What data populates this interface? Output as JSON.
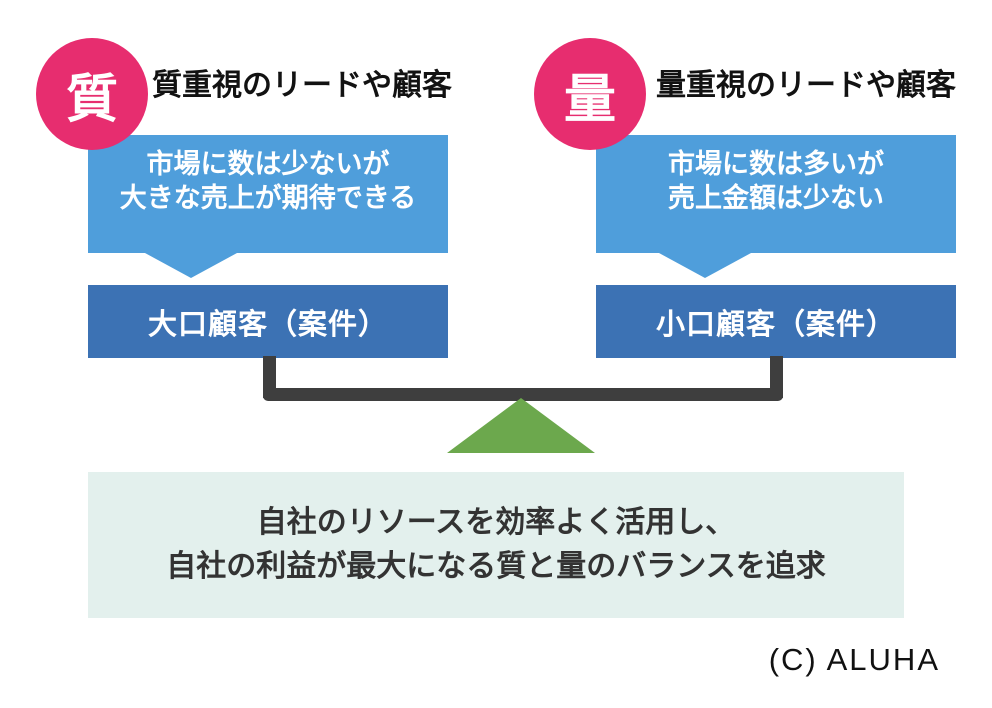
{
  "colors": {
    "badge_pink": "#E72D6F",
    "bubble_blue": "#4F9EDB",
    "box_blue": "#3C72B4",
    "beam_gray": "#3E3E3E",
    "fulcrum_green": "#6CA84D",
    "conclusion_mint": "#E3F0ED"
  },
  "columns": [
    {
      "badge": "質",
      "heading": "質重視のリードや顧客",
      "bubble_line1": "市場に数は少ないが",
      "bubble_line2": "大きな売上が期待できる",
      "box": "大口顧客（案件）"
    },
    {
      "badge": "量",
      "heading": "量重視のリードや顧客",
      "bubble_line1": "市場に数は多いが",
      "bubble_line2": "売上金額は少ない",
      "box": "小口顧客（案件）"
    }
  ],
  "conclusion": {
    "line1": "自社のリソースを効率よく活用し、",
    "line2": "自社の利益が最大になる質と量のバランスを追求"
  },
  "credit": "(C) ALUHA"
}
